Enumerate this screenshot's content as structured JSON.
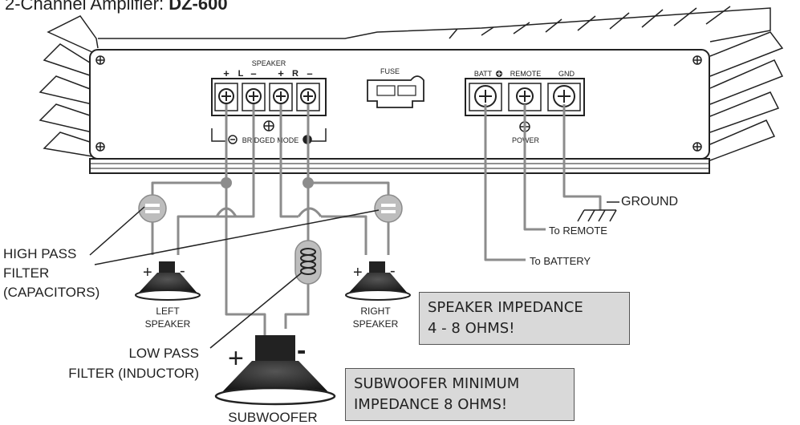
{
  "title": {
    "prefix": "2-Channel Amplifier: ",
    "model": "DZ-600"
  },
  "amplifier": {
    "speaker_header": "SPEAKER",
    "plus_l": "+",
    "l": "L",
    "minus_l": "–",
    "plus_r": "+",
    "r": "R",
    "minus_r": "–",
    "bridged_mode": "BRIDGED MODE",
    "fuse": "FUSE",
    "batt": "BATT",
    "remote": "REMOTE",
    "gnd": "GND",
    "power": "POWER"
  },
  "wiring": {
    "ground": "GROUND",
    "to_remote": "To REMOTE",
    "to_battery": "To BATTERY"
  },
  "components": {
    "high_pass_line1": "HIGH PASS",
    "high_pass_line2": "FILTER",
    "high_pass_line3": "(CAPACITORS)",
    "low_pass_line1": "LOW PASS",
    "low_pass_line2": "FILTER (INDUCTOR)",
    "left_speaker_line1": "LEFT",
    "left_speaker_line2": "SPEAKER",
    "right_speaker_line1": "RIGHT",
    "right_speaker_line2": "SPEAKER",
    "subwoofer": "SUBWOOFER",
    "plus": "+",
    "minus": "-"
  },
  "notes": {
    "speaker_impedance_line1": "SPEAKER IMPEDANCE",
    "speaker_impedance_line2": "4 - 8 OHMS!",
    "subwoofer_impedance_line1": "SUBWOOFER MINIMUM",
    "subwoofer_impedance_line2": "IMPEDANCE 8 OHMS!"
  }
}
